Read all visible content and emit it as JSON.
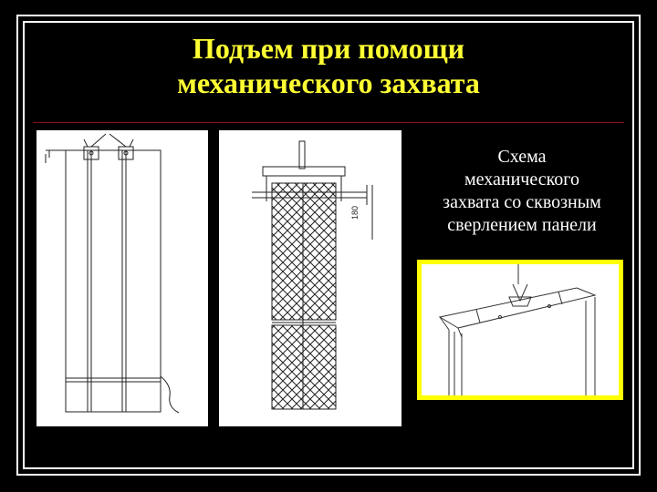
{
  "slide": {
    "title_lines": [
      "Подъем при помощи",
      "механического захвата"
    ],
    "caption_lines": [
      "Схема",
      "механического",
      "захвата со сквозным",
      "сверлением панели"
    ],
    "colors": {
      "background": "#000000",
      "title": "#ffff33",
      "caption": "#ffffff",
      "photo_border": "#ffff00",
      "divider": "#8a1010"
    }
  },
  "drawings": {
    "dimension_label": "180"
  }
}
